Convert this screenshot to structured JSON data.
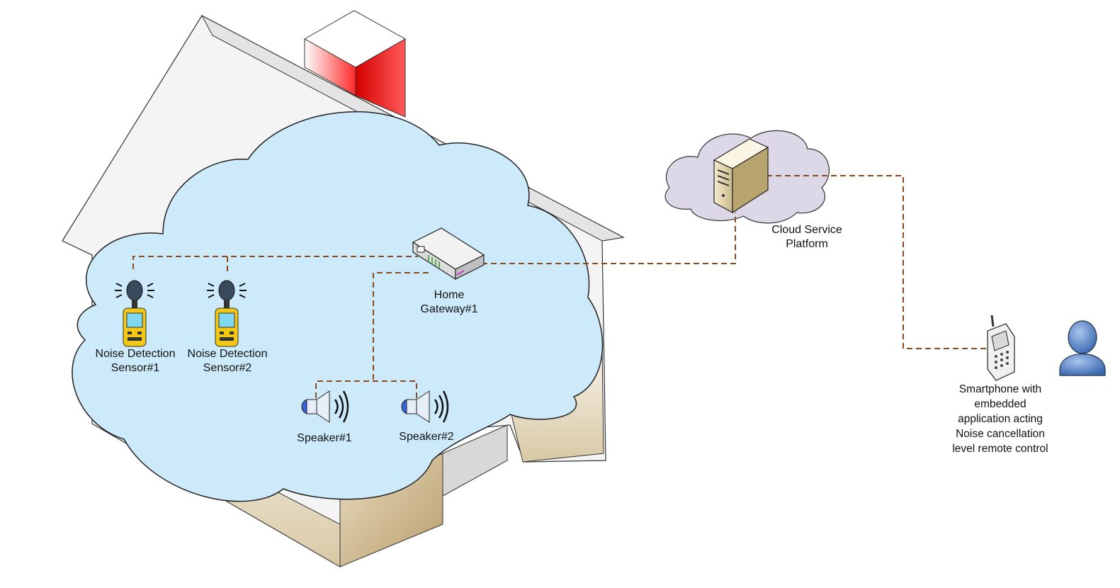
{
  "labels": {
    "sensor1": [
      "Noise Detection",
      "Sensor#1"
    ],
    "sensor2": [
      "Noise Detection",
      "Sensor#2"
    ],
    "gateway": [
      "Home",
      "Gateway#1"
    ],
    "speaker1": "Speaker#1",
    "speaker2": "Speaker#2",
    "cloud": [
      "Cloud Service",
      "Platform"
    ],
    "smartphone": [
      "Smartphone with",
      "embedded",
      "application acting",
      "Noise cancellation",
      "level remote control"
    ]
  },
  "colors": {
    "link_line": "#8a4a1c",
    "home_cloud": "#cdeafa",
    "service_cloud": "#ddd8e8",
    "chimney": "#e8202a",
    "sensor_body": "#f2c814",
    "speaker_blue": "#3a62d8",
    "user_blue": "#5b86c8"
  },
  "icons": {
    "sensor": "sound-level-meter-icon",
    "speaker": "speaker-icon",
    "gateway": "router-icon",
    "server": "server-tower-icon",
    "phone": "mobile-phone-icon",
    "user": "user-icon"
  }
}
